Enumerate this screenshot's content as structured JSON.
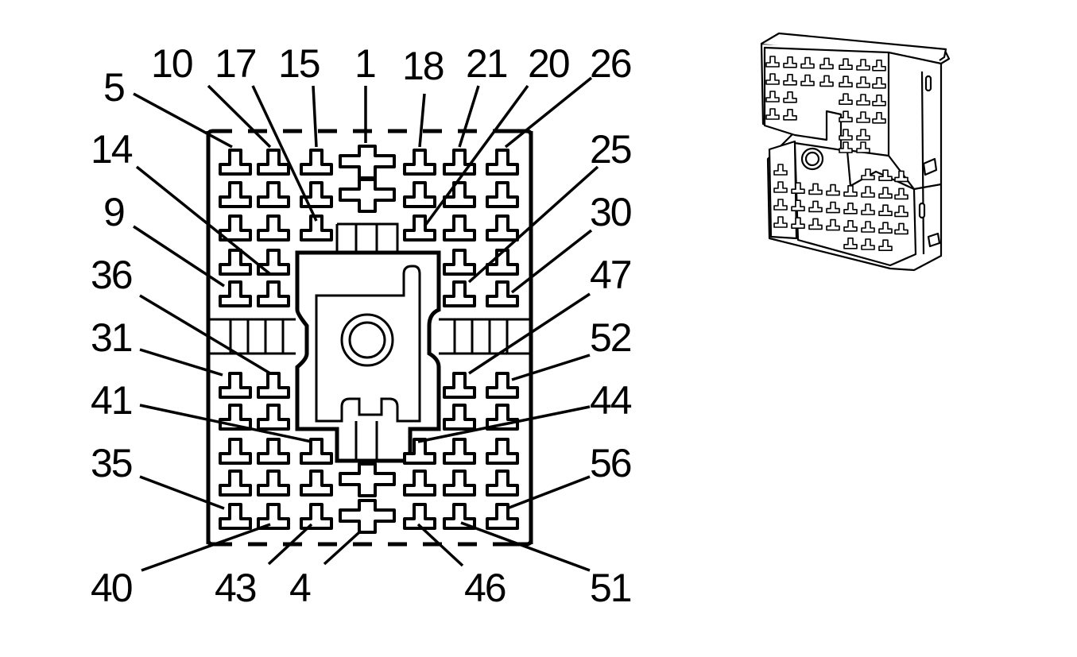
{
  "diagram": {
    "pin_labels": [
      {
        "id": "5",
        "text": "5"
      },
      {
        "id": "10",
        "text": "10"
      },
      {
        "id": "17",
        "text": "17"
      },
      {
        "id": "15",
        "text": "15"
      },
      {
        "id": "1",
        "text": "1"
      },
      {
        "id": "18",
        "text": "18"
      },
      {
        "id": "21",
        "text": "21"
      },
      {
        "id": "20",
        "text": "20"
      },
      {
        "id": "26",
        "text": "26"
      },
      {
        "id": "14",
        "text": "14"
      },
      {
        "id": "25",
        "text": "25"
      },
      {
        "id": "9",
        "text": "9"
      },
      {
        "id": "30",
        "text": "30"
      },
      {
        "id": "36",
        "text": "36"
      },
      {
        "id": "47",
        "text": "47"
      },
      {
        "id": "31",
        "text": "31"
      },
      {
        "id": "52",
        "text": "52"
      },
      {
        "id": "41",
        "text": "41"
      },
      {
        "id": "44",
        "text": "44"
      },
      {
        "id": "35",
        "text": "35"
      },
      {
        "id": "56",
        "text": "56"
      },
      {
        "id": "40",
        "text": "40"
      },
      {
        "id": "43",
        "text": "43"
      },
      {
        "id": "4",
        "text": "4"
      },
      {
        "id": "46",
        "text": "46"
      },
      {
        "id": "51",
        "text": "51"
      }
    ]
  }
}
